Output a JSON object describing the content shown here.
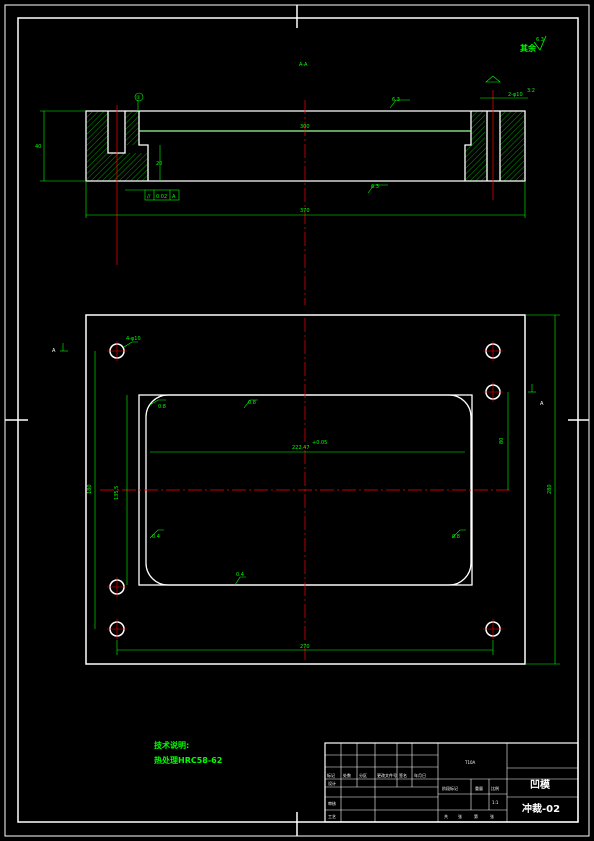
{
  "roughness_note": "其余",
  "roughness_global": "6.3",
  "section_mark": "A-A",
  "label_a": "A",
  "datum_mark": "①",
  "top_view": {
    "roughness_top": "6.3",
    "width_inner": "300",
    "height_total": "40",
    "depth_pocket": "20",
    "roughness_side": "6.3",
    "overall_length": "370",
    "hole_callout": "2-φ10",
    "hole_roughness": "3.2",
    "tolerance_frame": [
      "//",
      "0.02",
      "A"
    ]
  },
  "plan_view": {
    "hole_label": "4-φ10",
    "opening_width": "222.47",
    "opening_width_tol": "+0.05",
    "opening_height": "135.5",
    "pitch_height": "180",
    "dim_right_inner": "80",
    "dim_right_outer": "280",
    "dim_bottom": "270",
    "roughness_1": "0.8",
    "roughness_2": "0.8",
    "roughness_3": "0.4",
    "roughness_4": "0.4",
    "roughness_5": "0.8"
  },
  "tech_notes": {
    "title": "技术说明:",
    "line1": "热处理HRC58-62"
  },
  "title_block": {
    "material": "T10A",
    "part_name": "凹模",
    "drawing_no": "冲裁-02",
    "scale": "1:1",
    "headers": [
      "标记",
      "处数",
      "分区",
      "更改文件号",
      "签名",
      "年月日"
    ],
    "roles": [
      "设计",
      "审核",
      "工艺"
    ],
    "stage_labels": [
      "阶段标记",
      "重量",
      "比例"
    ],
    "sheet_labels": [
      "共",
      "张",
      "第",
      "张"
    ]
  },
  "colors": {
    "outline": "#ffffff",
    "dimension": "#00ff00",
    "centerline": "#ff0000",
    "background": "#000000"
  }
}
